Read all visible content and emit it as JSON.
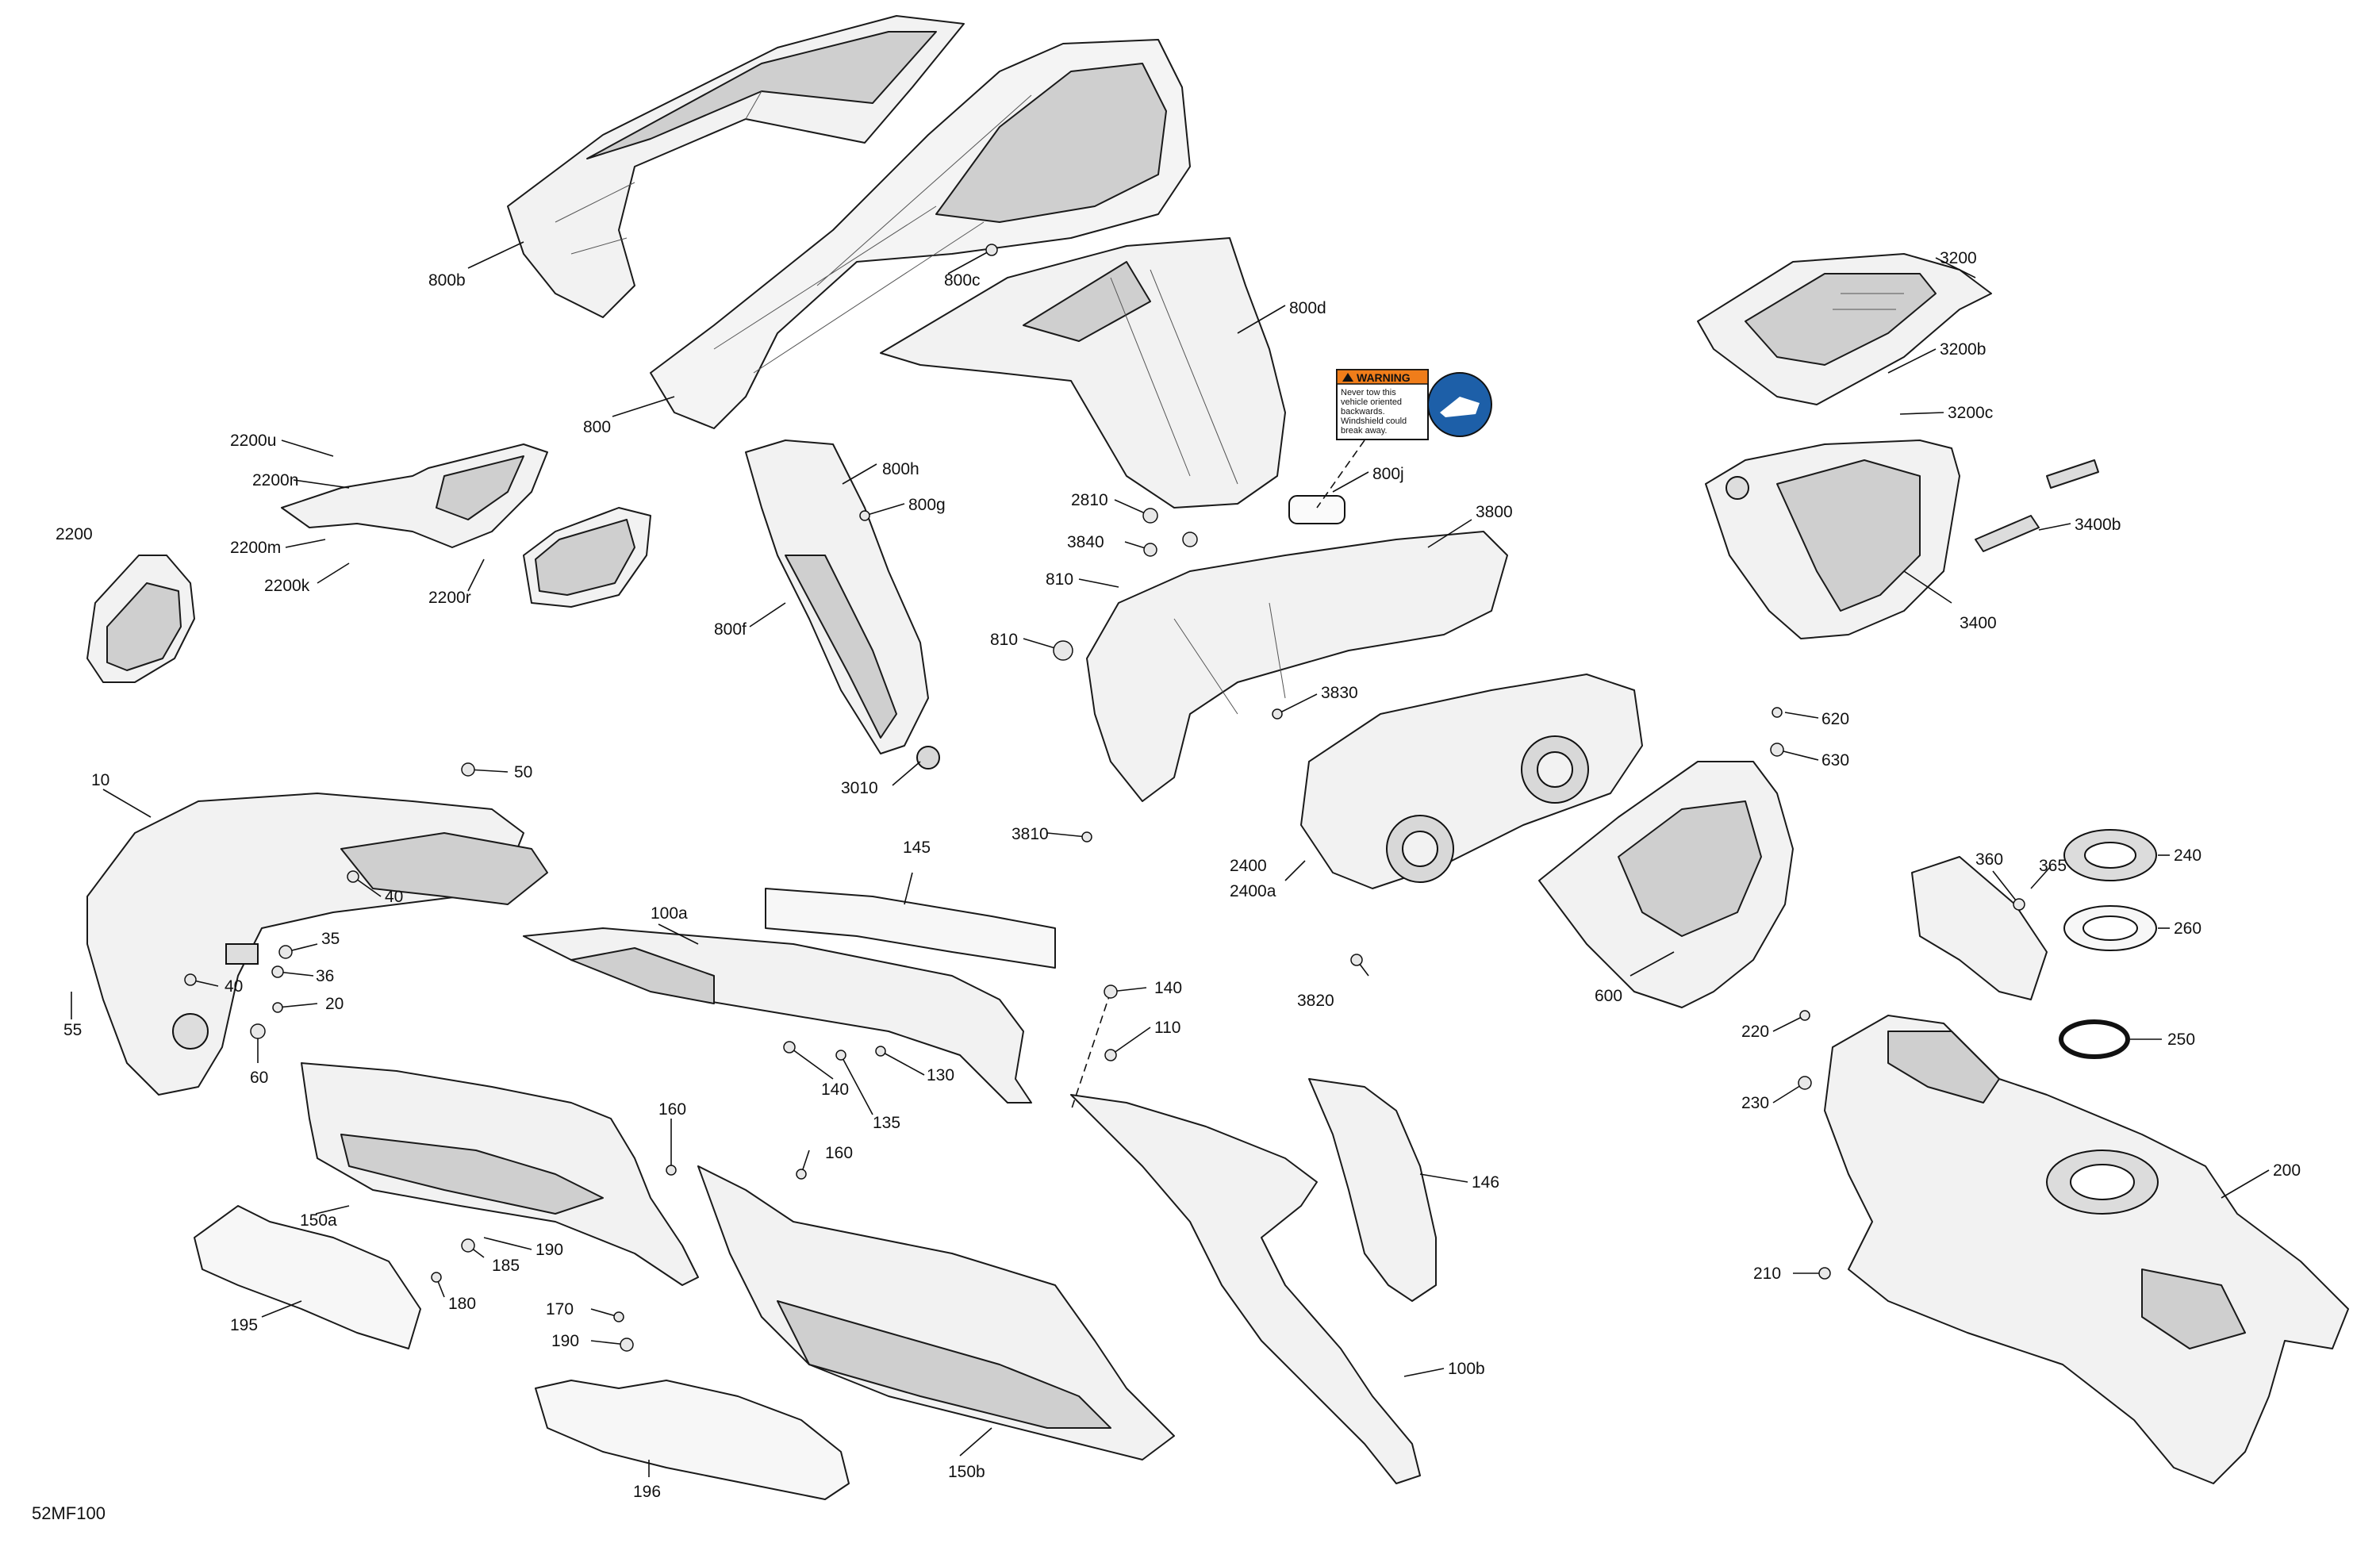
{
  "diagram_code": "52MF100",
  "warning_decal": {
    "header": "WARNING",
    "line1": "Never tow this",
    "line2": "vehicle oriented",
    "line3": "backwards.",
    "line4": "Windshield could",
    "line5": "break away."
  },
  "colors": {
    "part_fill": "#f2f2f2",
    "part_shade": "#cfcfcf",
    "outline": "#1a1a1a",
    "warning_orange": "#f07d1a",
    "mandatory_blue": "#1d5fa8"
  },
  "callouts": [
    "800b",
    "800c",
    "800d",
    "800",
    "800h",
    "800g",
    "800j",
    "800f",
    "3010",
    "3200",
    "3200b",
    "3200c",
    "3400b",
    "3400",
    "2200u",
    "2200n",
    "2200m",
    "2200k",
    "2200r",
    "2200",
    "2810",
    "3840",
    "810",
    "810",
    "3800",
    "3830",
    "3810",
    "2400",
    "2400a",
    "3820",
    "620",
    "630",
    "600",
    "10",
    "50",
    "40",
    "35",
    "36",
    "40",
    "20",
    "55",
    "60",
    "145",
    "100a",
    "140",
    "110",
    "140",
    "135",
    "130",
    "360",
    "365",
    "240",
    "260",
    "250",
    "220",
    "230",
    "160",
    "160",
    "150a",
    "190",
    "185",
    "180",
    "170",
    "190",
    "195",
    "146",
    "100b",
    "150b",
    "196",
    "200",
    "210"
  ]
}
